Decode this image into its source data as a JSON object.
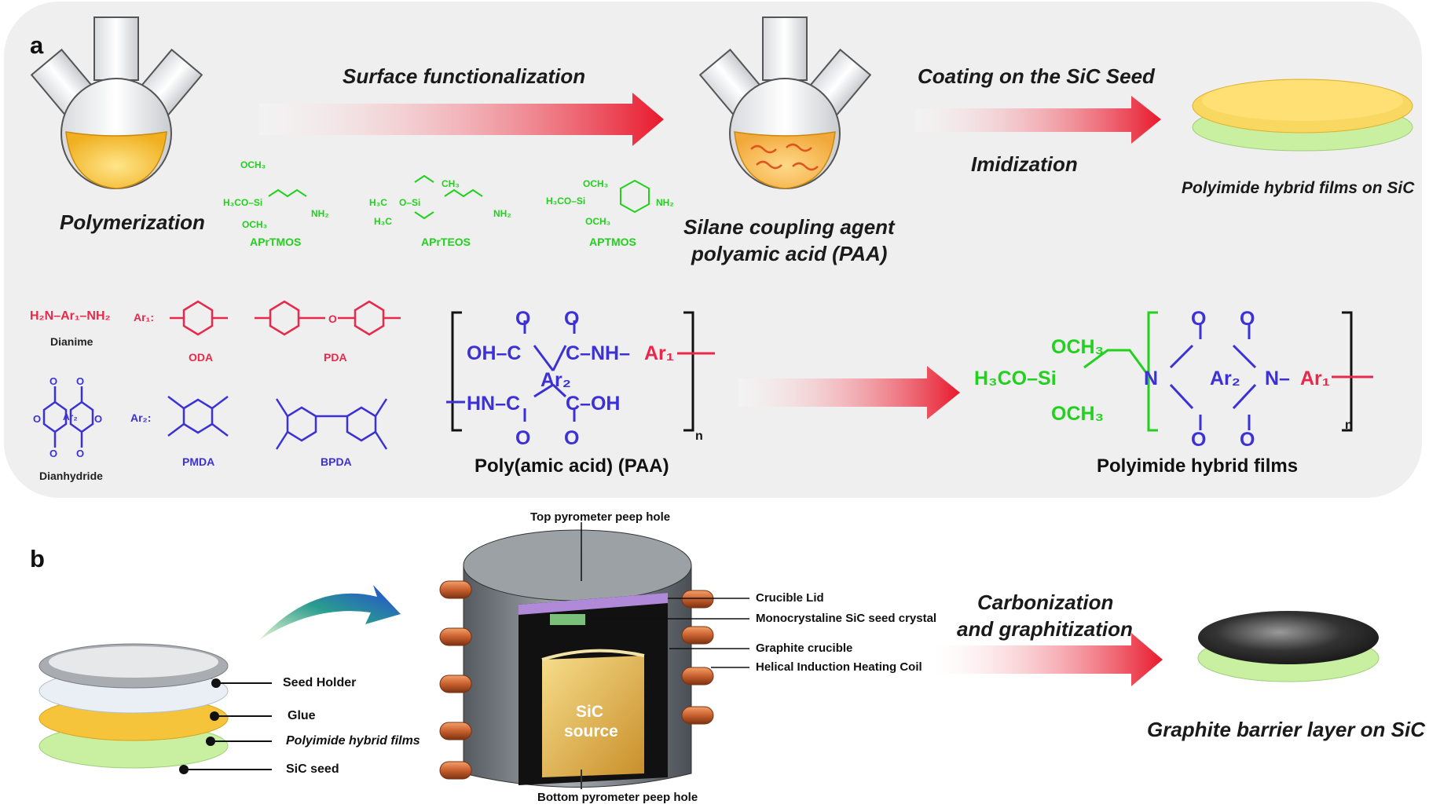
{
  "panels": {
    "a": "a",
    "b": "b"
  },
  "panel_a": {
    "step_polymerization": "Polymerization",
    "step_surface": "Surface functionalization",
    "step_silane_line1": "Silane coupling agent",
    "step_silane_line2": "polyamic acid (PAA)",
    "step_coating": "Coating on the SiC Seed",
    "step_imidization": "Imidization",
    "result_film": "Polyimide hybrid films on SiC",
    "silanes": [
      "APrTMOS",
      "APrTEOS",
      "APTMOS"
    ],
    "diamine_formula": "H₂N–Ar₁–NH₂",
    "diamine_label": "Dianime",
    "dianhydride_label": "Dianhydride",
    "ar1_label": "Ar₁:",
    "ar2_label": "Ar₂:",
    "ar1_options": [
      "ODA",
      "PDA"
    ],
    "ar2_options": [
      "PMDA",
      "BPDA"
    ],
    "paa_label": "Poly(amic acid) (PAA)",
    "polyimide_label": "Polyimide hybrid films"
  },
  "panel_b": {
    "top_peep": "Top pyrometer peep hole",
    "bottom_peep": "Bottom pyrometer peep hole",
    "crucible_lid": "Crucible Lid",
    "seed_crystal": "Monocrystaline SiC seed crystal",
    "graphite_crucible": "Graphite crucible",
    "heating_coil": "Helical Induction Heating Coil",
    "source_line1": "SiC",
    "source_line2": "source",
    "stack": [
      "Seed Holder",
      "Glue",
      "Polyimide hybrid films",
      "SiC seed"
    ],
    "step_carbonization_line1": "Carbonization",
    "step_carbonization_line2": "and graphitization",
    "result": "Graphite barrier layer on SiC"
  },
  "colors": {
    "panel_bg": "#efefef",
    "arrow_red": "#e8192c",
    "silane_green": "#22d11e",
    "amine_red": "#e8294b",
    "anhydride_blue": "#3b31d6",
    "solution_yellow": "#f7c531",
    "film_green": "#c8f0a0",
    "coil_copper": "#c8602e",
    "lid_purple": "#b08ad8"
  }
}
